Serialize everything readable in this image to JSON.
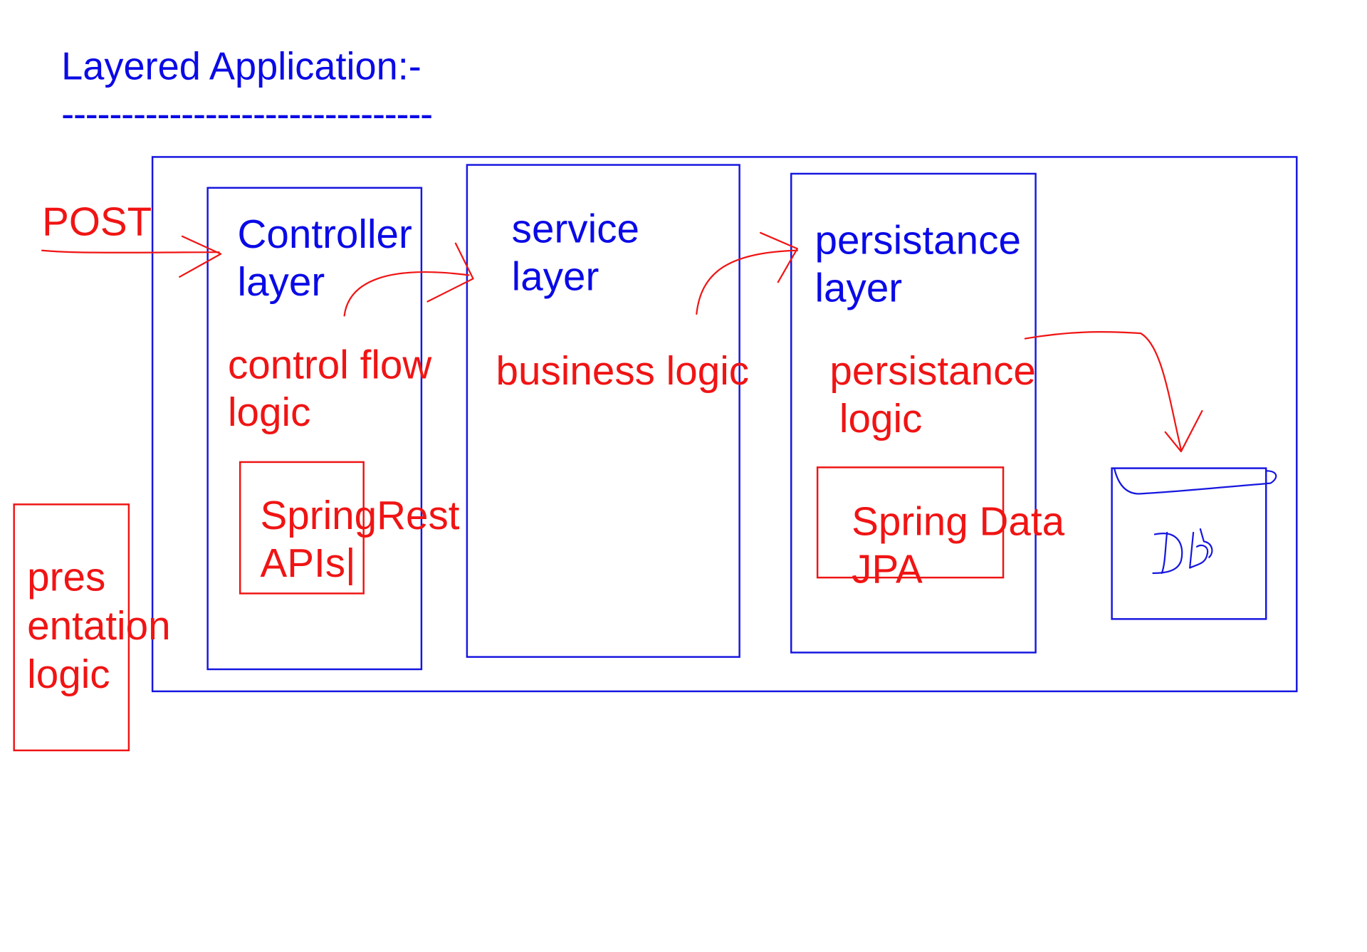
{
  "diagram": {
    "title": "Layered Application:-",
    "title_underline": "-------------------------------",
    "request_method": "POST",
    "controller_layer": {
      "name_line1": "Controller",
      "name_line2": "layer",
      "logic_line1": "control flow",
      "logic_line2": "logic",
      "tech_line1": "SpringRest",
      "tech_line2": "APIs|"
    },
    "service_layer": {
      "name_line1": "service",
      "name_line2": "layer",
      "logic": "business logic"
    },
    "persistence_layer": {
      "name_line1": "persistance",
      "name_line2": "layer",
      "logic_line1": "persistance",
      "logic_line2": "logic",
      "tech_line1": "Spring Data",
      "tech_line2": "JPA"
    },
    "presentation": {
      "line1": "pres",
      "line2": "entation",
      "line3": "logic"
    },
    "database_label": "DB",
    "colors": {
      "structure": "#1616e0",
      "annotation": "#f01414"
    }
  }
}
